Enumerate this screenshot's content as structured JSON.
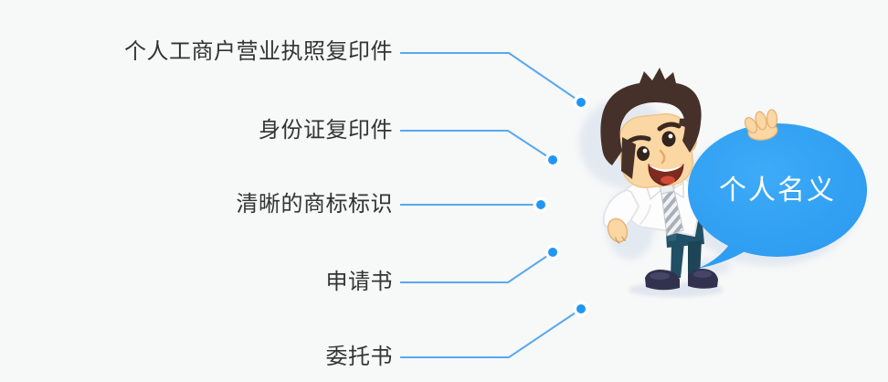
{
  "background": "#f7f8f8",
  "colors": {
    "line": "#58a9ef",
    "dot": "#2196f3",
    "text": "#333333",
    "bubble": "#2f9ef2",
    "bubble_text": "#ffffff"
  },
  "requirements": [
    {
      "label": "个人工商户营业执照复印件"
    },
    {
      "label": "身份证复印件"
    },
    {
      "label": "清晰的商标标识"
    },
    {
      "label": "申请书"
    },
    {
      "label": "委托书"
    }
  ],
  "bubble": {
    "label": "个人名义"
  },
  "icons": {
    "connector_dot": "circle-dot",
    "illustration": "cartoon-businessman-holding-speech-bubble"
  }
}
